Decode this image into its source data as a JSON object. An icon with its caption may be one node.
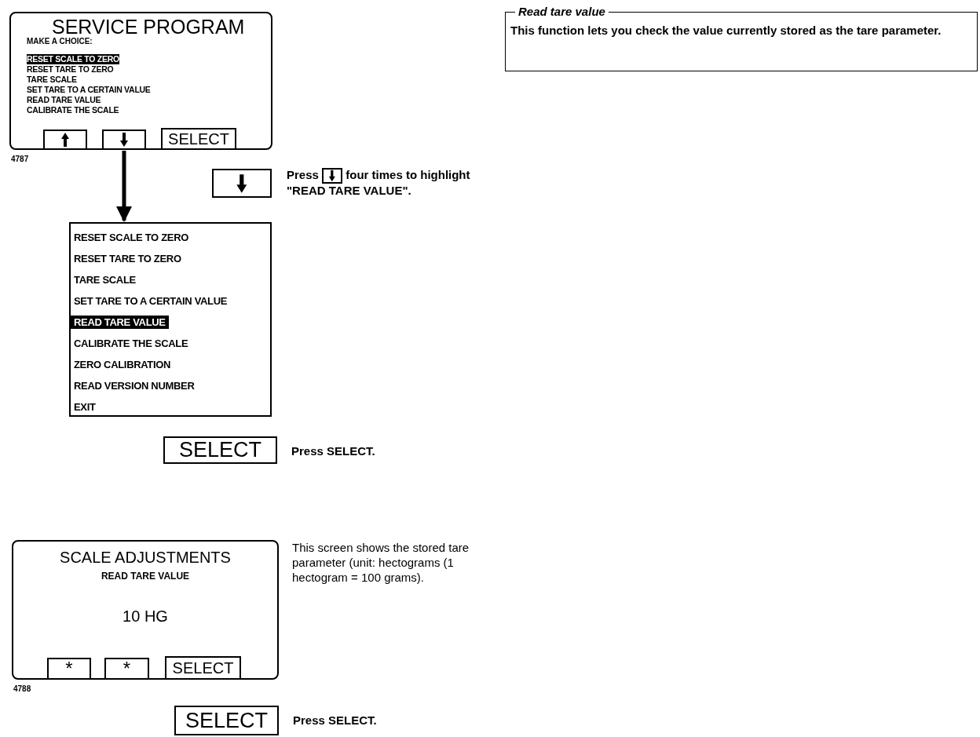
{
  "diagram": {
    "nodes": [
      {
        "text": [
          "SERVICE PROGRAM",
          "MAKE A CHOICE:",
          "RESET SCALE TO ZERO",
          "RESET TARE TO ZERO",
          "TARE SCALE",
          "SET TARE TO A CERTAIN VALUE",
          "READ TARE VALUE",
          "CALIBRATE THE SCALE"
        ],
        "beside": [
          "4787"
        ]
      },
      {
        "text": [],
        "shape": "box",
        "in": 0
      },
      {
        "text": [],
        "shape": "box",
        "in": 0
      },
      {
        "text": [
          "SELECT"
        ],
        "in": 0
      },
      {
        "text": [
          "RESET SCALE TO ZERO",
          "RESET TARE TO ZERO",
          "TARE SCALE",
          "SET TARE TO A CERTAIN VALUE",
          "READ TARE VALUE",
          "CALIBRATE THE SCALE",
          "ZERO CALIBRATION",
          "READ VERSION NUMBER",
          "EXIT"
        ]
      },
      {
        "text": [],
        "shape": "box"
      },
      {
        "text": [
          "SELECT"
        ],
        "beside": [
          "Press SELECT."
        ]
      },
      {
        "text": [
          "SCALE ADJUSTMENTS",
          "READ TARE VALUE",
          "10 HG"
        ],
        "beside": [
          "4788"
        ]
      },
      {
        "text": [
          "*"
        ],
        "in": 7
      },
      {
        "text": [
          "*"
        ],
        "in": 7
      },
      {
        "text": [
          "SELECT"
        ],
        "in": 7
      },
      {
        "text": [
          "SELECT"
        ],
        "beside": [
          "Press SELECT."
        ]
      },
      {
        "text": [
          "Read tare value",
          "This function lets you check the value currently stored as the tare parameter."
        ]
      }
    ],
    "edges": [
      {
        "from": 2,
        "to": 4,
        "arrow": "to"
      }
    ],
    "labels": [
      "Press",
      "four times to highlight \"READ TARE VALUE\".",
      "This screen shows the stored tare parameter (unit: hectograms (1 hectogram = 100 grams)."
    ]
  }
}
